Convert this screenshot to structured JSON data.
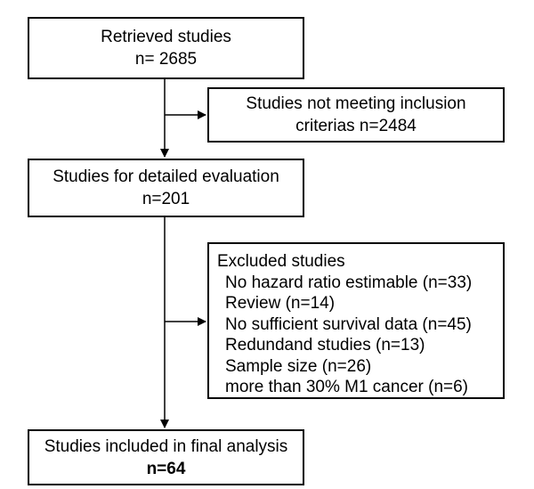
{
  "flowchart": {
    "retrieved": {
      "title": "Retrieved studies",
      "count": "n= 2685"
    },
    "not_meeting": {
      "line1": "Studies not meeting inclusion",
      "line2": "criterias n=2484"
    },
    "detailed": {
      "title": "Studies for detailed evaluation",
      "count": "n=201"
    },
    "excluded": {
      "title": "Excluded studies",
      "reasons": [
        "No hazard ratio estimable (n=33)",
        "Review (n=14)",
        "No sufficient survival data (n=45)",
        "Redundand studies (n=13)",
        "Sample size (n=26)",
        "more than 30% M1 cancer (n=6)"
      ]
    },
    "final": {
      "title": "Studies included in final analysis",
      "count": "n=64"
    }
  },
  "colors": {
    "line": "#000000",
    "background": "#ffffff",
    "text": "#000000"
  }
}
